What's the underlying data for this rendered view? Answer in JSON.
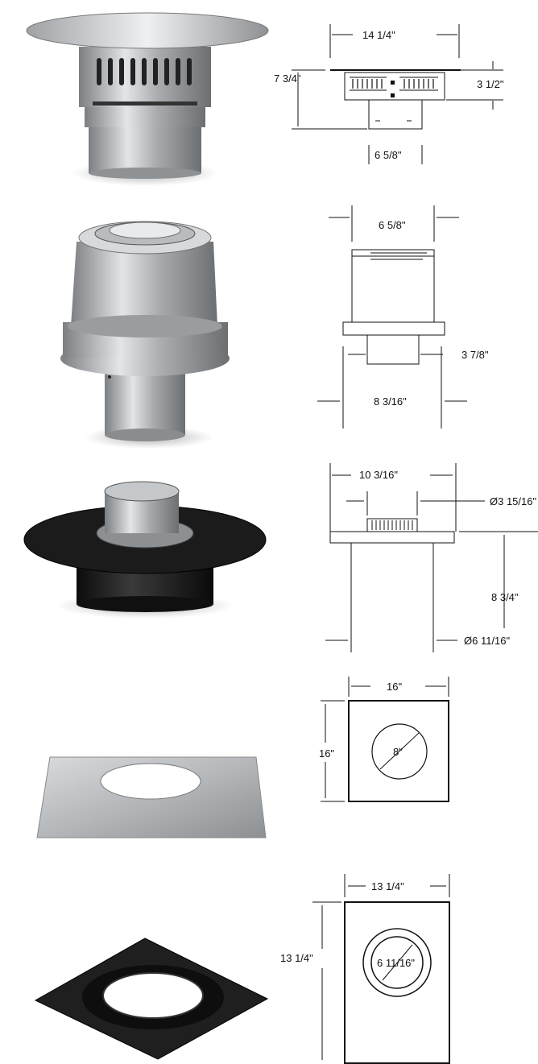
{
  "items": [
    {
      "photo": "round-cap-termination",
      "dimensions": {
        "overall_width": "14 1/4\"",
        "overall_height": "7 3/4\"",
        "top_height": "3 1/2\"",
        "pipe_diameter": "6 5/8\""
      }
    },
    {
      "photo": "adapter-connector",
      "dimensions": {
        "top_diameter": "6 5/8\"",
        "bottom_diameter": "3 7/8\"",
        "collar_width": "8 3/16\""
      }
    },
    {
      "photo": "black-ceiling-support-box",
      "dimensions": {
        "flange_width": "10 3/16\"",
        "top_diameter": "Ø3 15/16\"",
        "height": "8 3/4\"",
        "box_diameter": "Ø6 11/16\""
      }
    },
    {
      "photo": "galvanized-flat-plate",
      "dimensions": {
        "width": "16\"",
        "height": "16\"",
        "hole": "8\""
      }
    },
    {
      "photo": "black-trim-plate",
      "dimensions": {
        "width": "13 1/4\"",
        "height": "13 1/4\"",
        "hole": "6 11/16\""
      }
    }
  ],
  "colors": {
    "steel": "#b8bbbe",
    "black_finish": "#1c1c1c",
    "ink": "#111111"
  }
}
